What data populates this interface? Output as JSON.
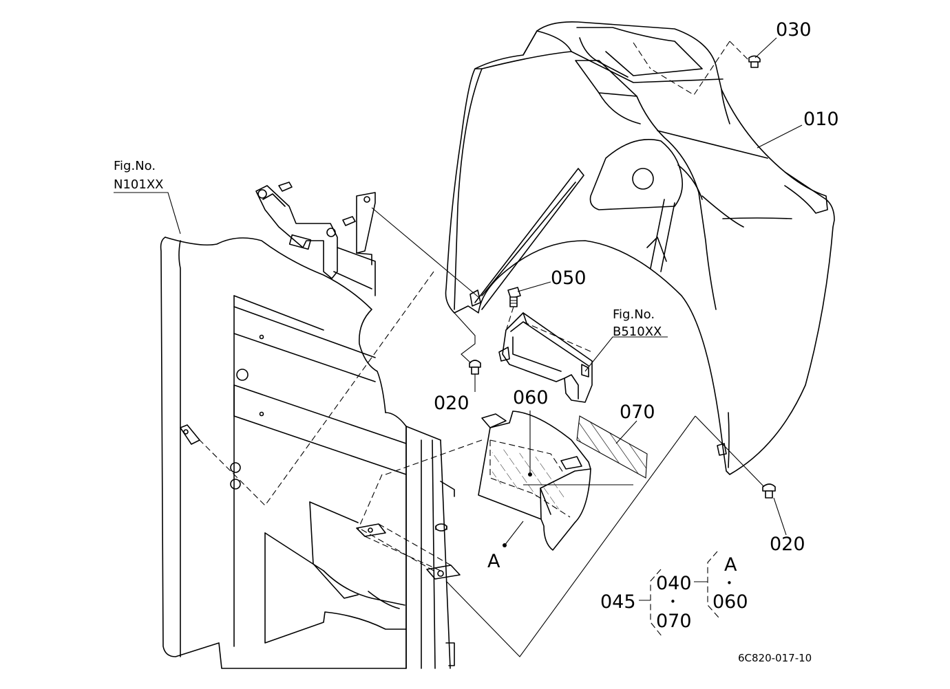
{
  "diagram": {
    "callouts": {
      "part_010": "010",
      "part_020_a": "020",
      "part_020_b": "020",
      "part_030": "030",
      "part_050": "050",
      "part_060": "060",
      "part_070": "070"
    },
    "fig_refs": {
      "ref_left": {
        "label": "Fig.No.",
        "code": "N101XX"
      },
      "ref_mid": {
        "label": "Fig.No.",
        "code": "B510XX"
      }
    },
    "view_marker": "A",
    "assembly_legend": {
      "p045": "045",
      "p040": "040",
      "p070": "070",
      "pA": "A",
      "p060": "060",
      "dot": "•"
    },
    "drawing_code": "6C820-017-10"
  }
}
